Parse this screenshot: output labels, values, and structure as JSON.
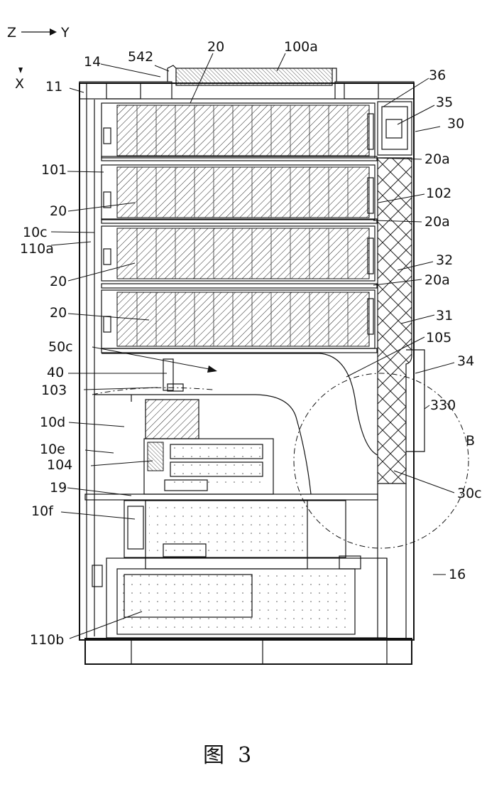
{
  "figure": {
    "caption": "图  3",
    "axis_z": "Z",
    "axis_y": "Y",
    "axis_x": "X",
    "labels": {
      "l542": "542",
      "l20top": "20",
      "l100a": "100a",
      "l14": "14",
      "l36": "36",
      "l11": "11",
      "l35": "35",
      "l30": "30",
      "l20a1": "20a",
      "l101": "101",
      "l102": "102",
      "l20b": "20",
      "l20a2": "20a",
      "l10c": "10c",
      "l110a": "110a",
      "l32": "32",
      "l20c": "20",
      "l20a3": "20a",
      "l20d": "20",
      "l31": "31",
      "l105": "105",
      "l50c": "50c",
      "l34": "34",
      "l40": "40",
      "l103": "103",
      "l330": "330",
      "l10d": "10d",
      "lB": "B",
      "l10e": "10e",
      "l104": "104",
      "l30c": "30c",
      "l19": "19",
      "l10f": "10f",
      "l16": "16",
      "l110b": "110b"
    }
  }
}
